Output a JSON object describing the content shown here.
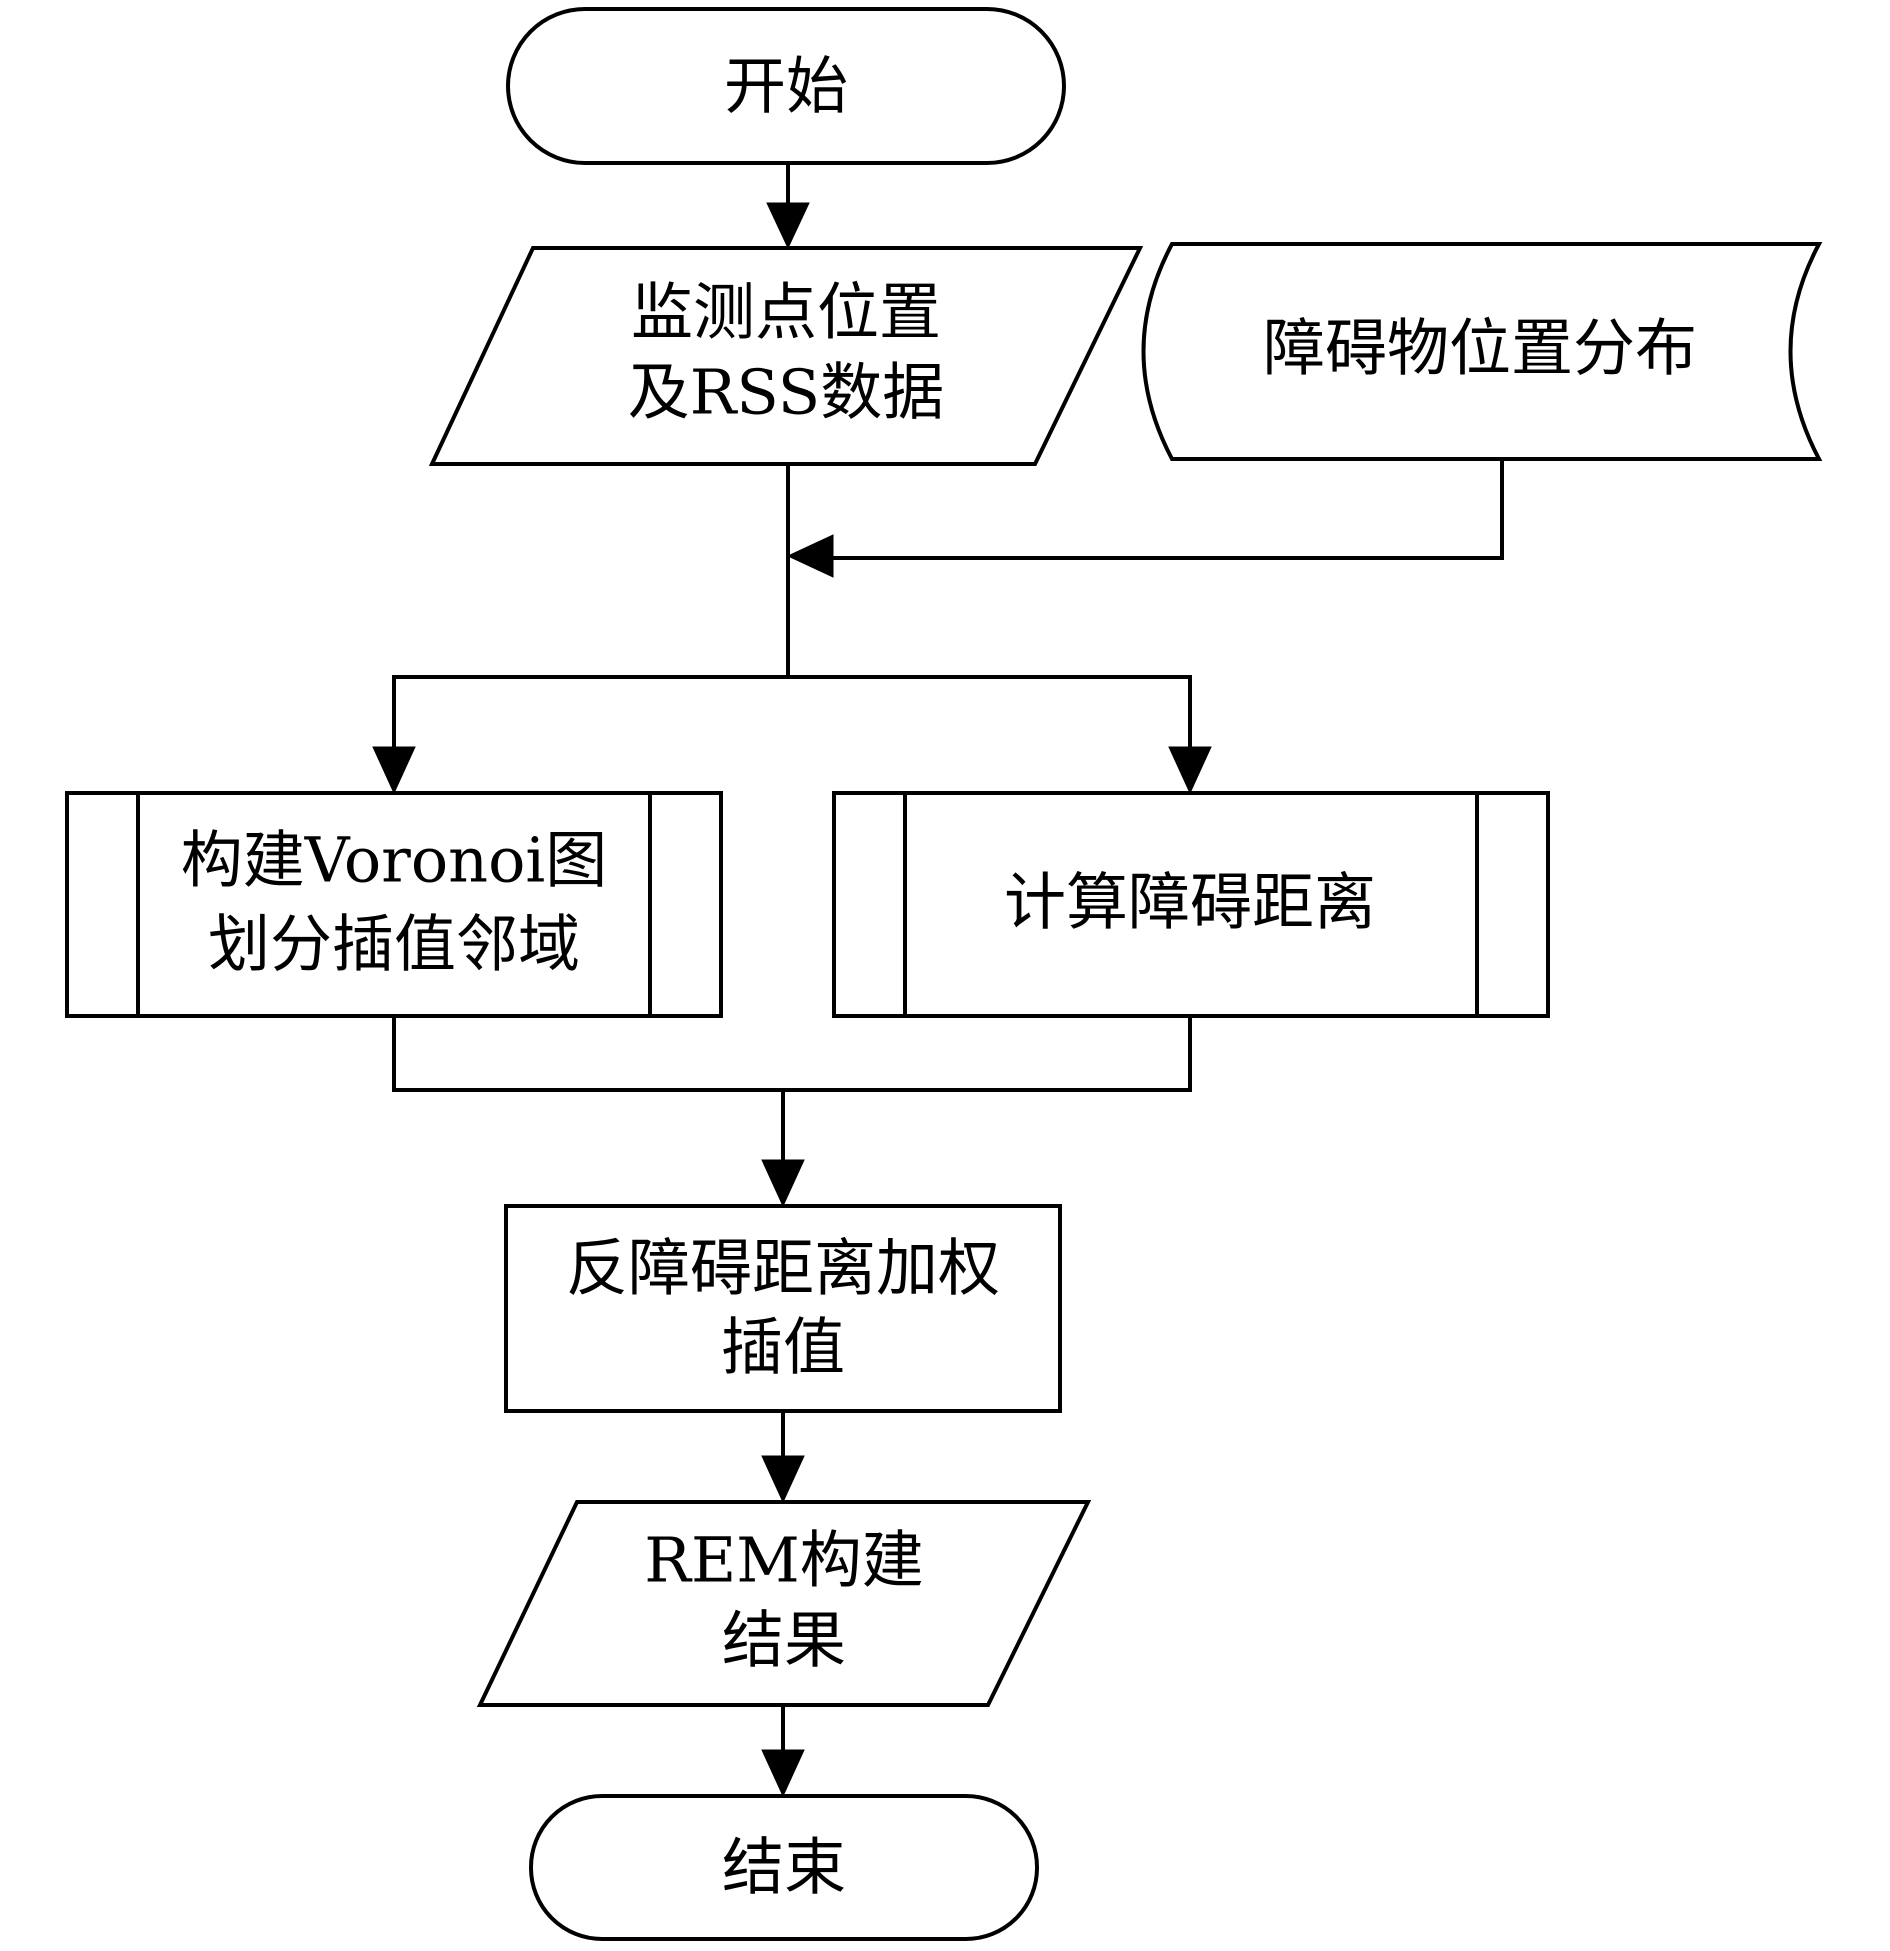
{
  "nodes": {
    "start": {
      "label": "开始"
    },
    "monitor_input": {
      "lines": [
        "监测点位置",
        "及RSS数据"
      ]
    },
    "obstacle_data": {
      "label": "障碍物位置分布"
    },
    "voronoi": {
      "lines": [
        "构建Voronoi图",
        "划分插值邻域"
      ]
    },
    "obstacle_distance": {
      "label": "计算障碍距离"
    },
    "idw_interp": {
      "lines": [
        "反障碍距离加权",
        "插值"
      ]
    },
    "rem_output": {
      "lines": [
        "REM构建",
        "结果"
      ]
    },
    "end": {
      "label": "结束"
    }
  }
}
